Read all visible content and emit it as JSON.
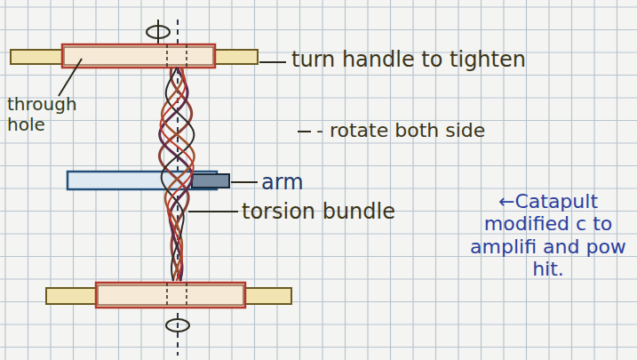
{
  "diagram": {
    "labels": [
      "turn handle to tighten",
      "through hole",
      "- rotate both side",
      "arm",
      "torsion bundle",
      "←Catapult modified c to amplifi and pow hit."
    ]
  }
}
